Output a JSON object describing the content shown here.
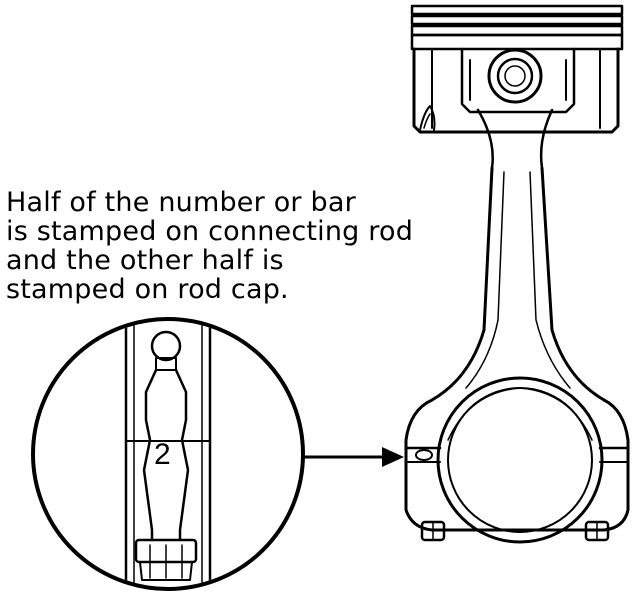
{
  "callout": {
    "lines": [
      "Half of the number or bar",
      "is stamped on connecting rod",
      "and the other half is",
      "stamped on rod cap."
    ]
  },
  "detail": {
    "mark_number": "2"
  },
  "colors": {
    "ink": "#000000",
    "background": "#ffffff"
  }
}
